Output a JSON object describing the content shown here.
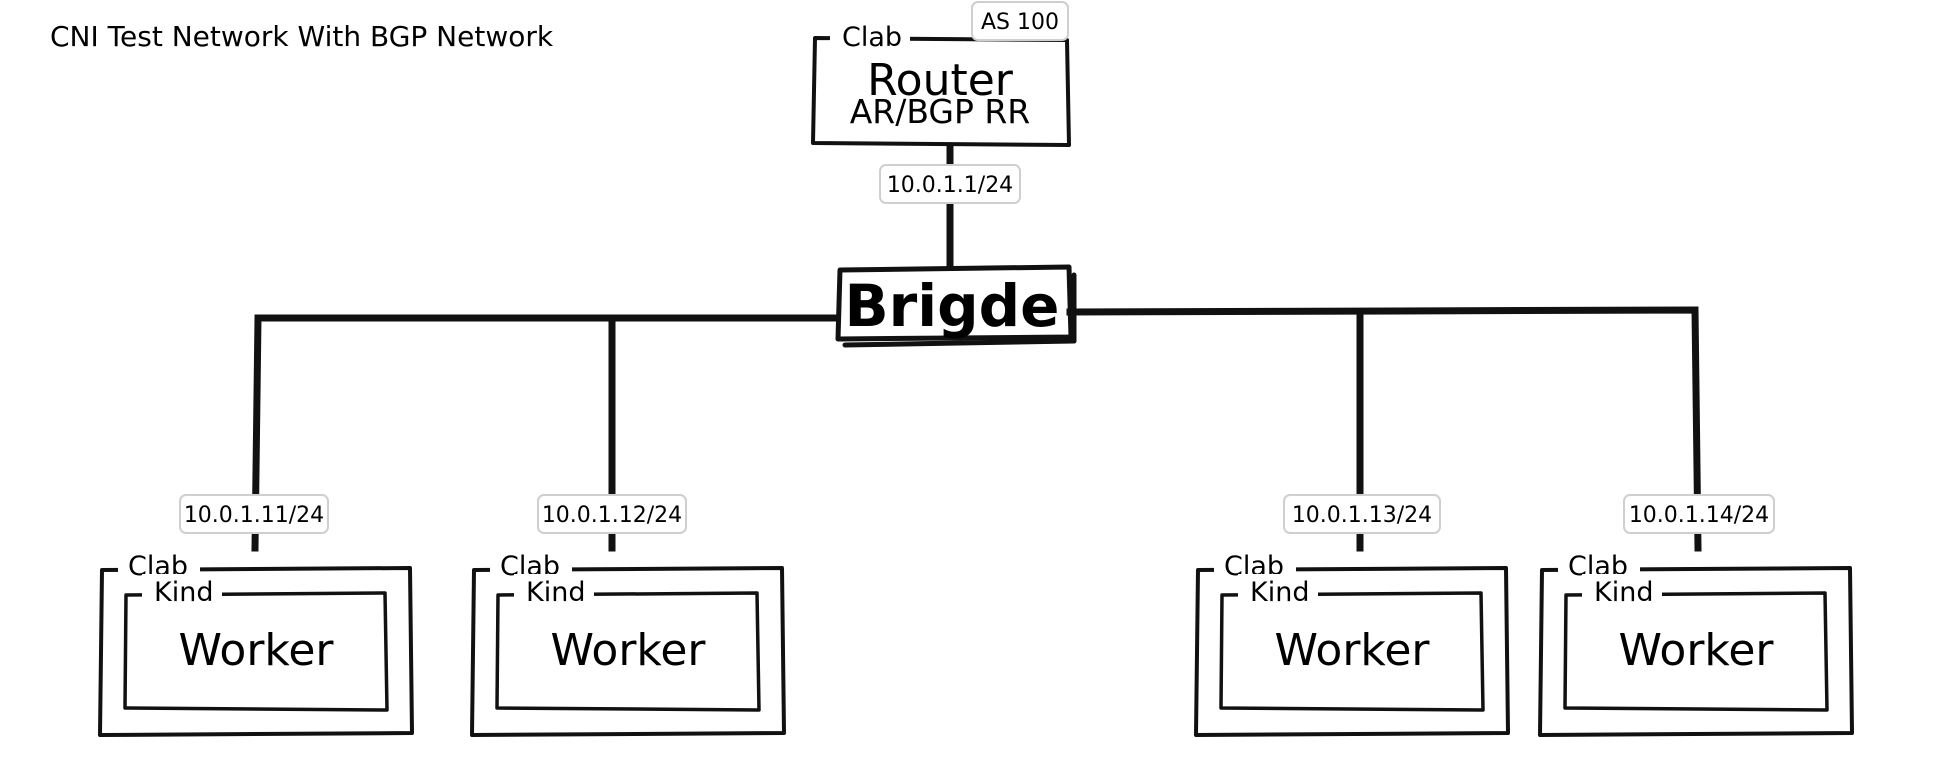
{
  "diagram": {
    "title": "CNI Test Network With BGP Network",
    "router": {
      "container": "Clab",
      "asn": "AS 100",
      "name": "Router",
      "role": "AR/BGP RR",
      "ip": "10.0.1.1/24"
    },
    "bridge": {
      "name": "Brigde"
    },
    "workers": [
      {
        "ip": "10.0.1.11/24",
        "outer": "Clab",
        "inner": "Kind",
        "name": "Worker"
      },
      {
        "ip": "10.0.1.12/24",
        "outer": "Clab",
        "inner": "Kind",
        "name": "Worker"
      },
      {
        "ip": "10.0.1.13/24",
        "outer": "Clab",
        "inner": "Kind",
        "name": "Worker"
      },
      {
        "ip": "10.0.1.14/24",
        "outer": "Clab",
        "inner": "Kind",
        "name": "Worker"
      }
    ]
  }
}
